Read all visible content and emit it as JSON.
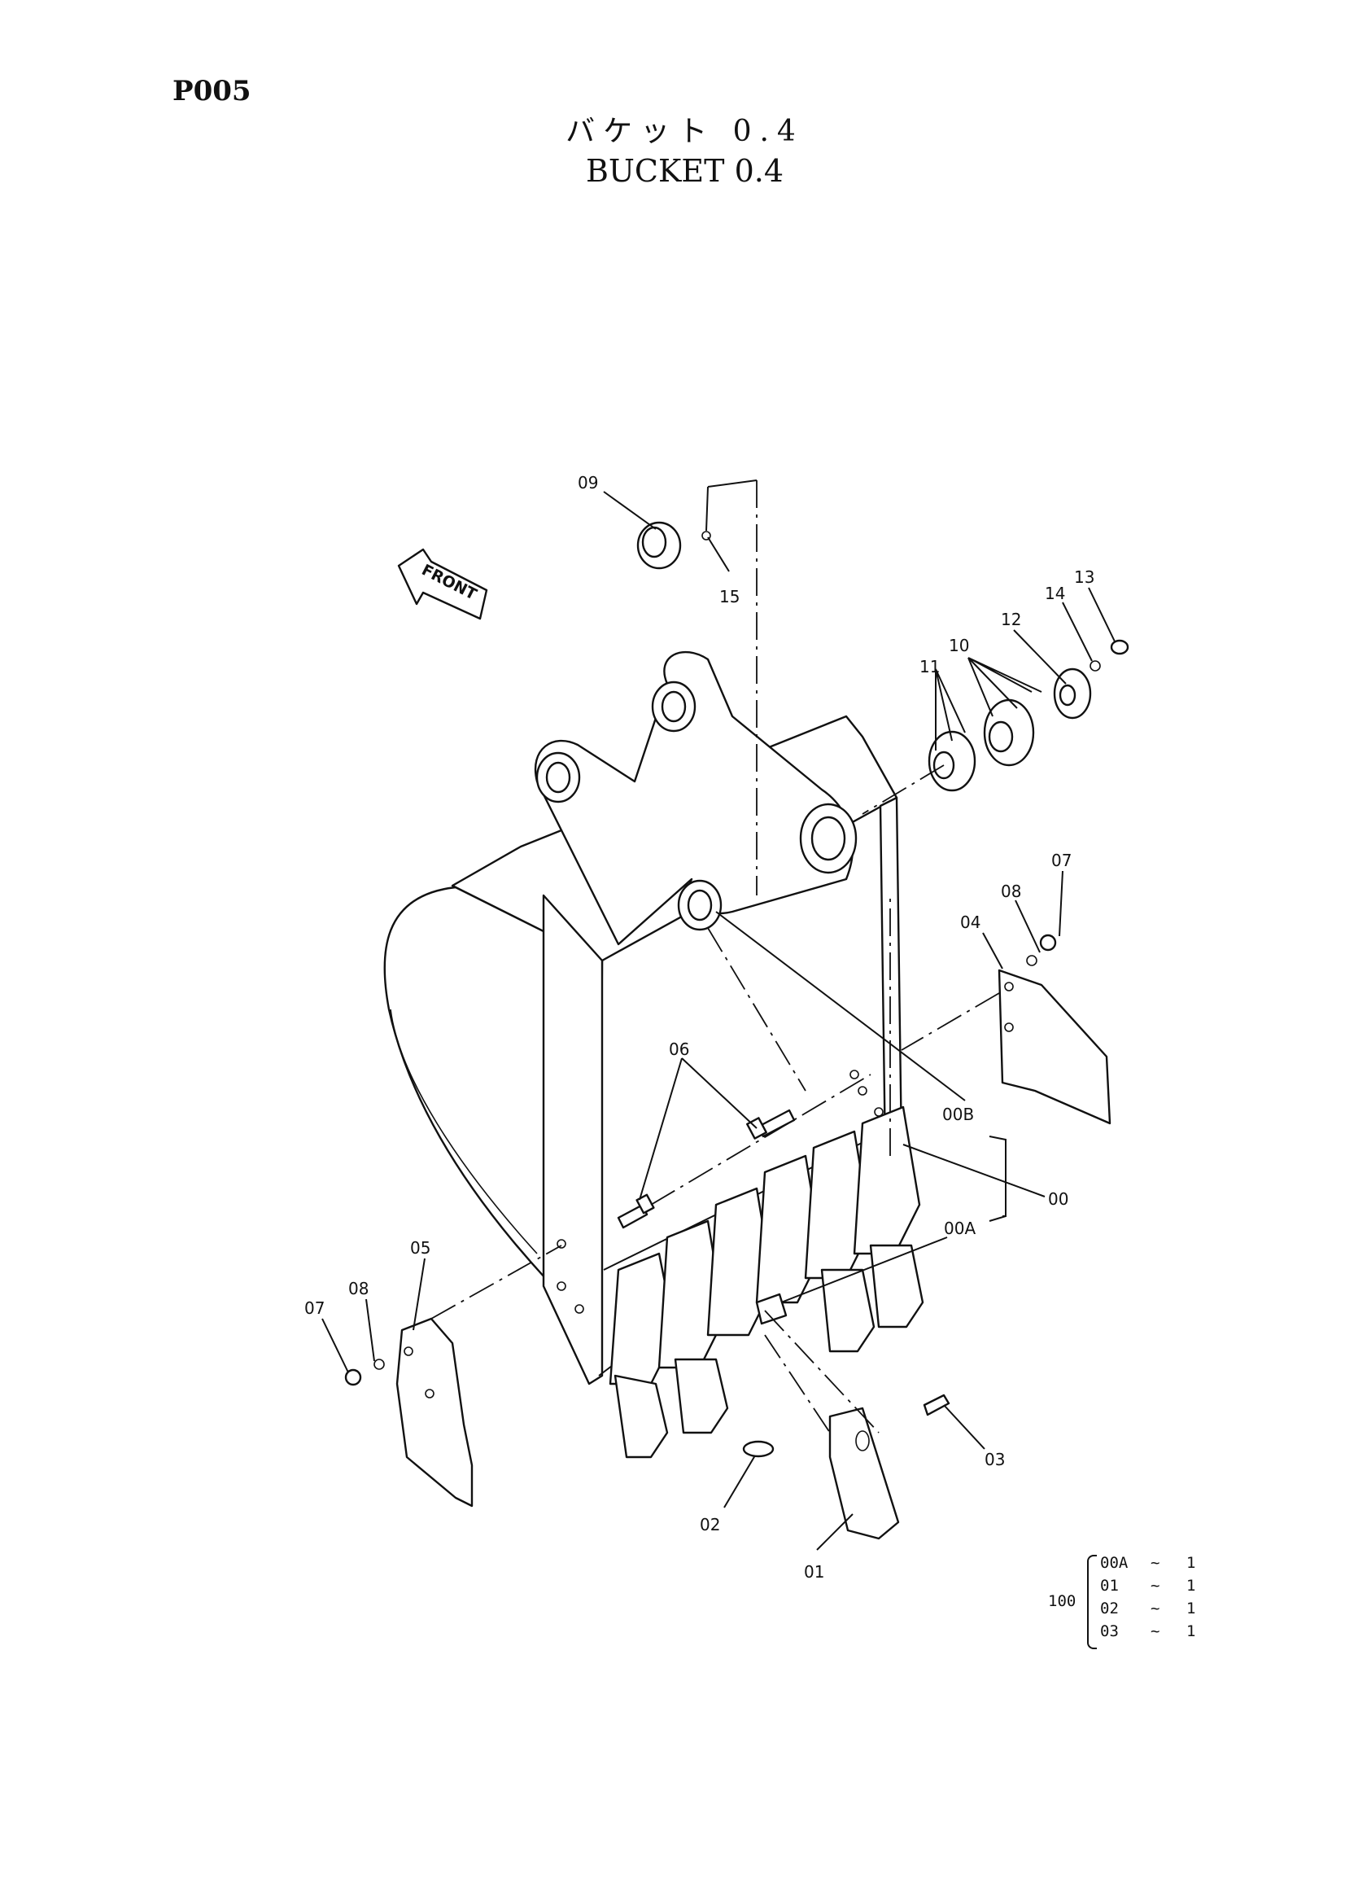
{
  "header": {
    "page_code": "P005",
    "title_jp": "バケット 0.4",
    "title_en": "BUCKET 0.4"
  },
  "direction_label": "FRONT",
  "callouts": [
    {
      "id": "c09",
      "label": "09"
    },
    {
      "id": "c15",
      "label": "15"
    },
    {
      "id": "c13",
      "label": "13"
    },
    {
      "id": "c14",
      "label": "14"
    },
    {
      "id": "c12",
      "label": "12"
    },
    {
      "id": "c10",
      "label": "10"
    },
    {
      "id": "c11",
      "label": "11"
    },
    {
      "id": "c07r",
      "label": "07"
    },
    {
      "id": "c08r",
      "label": "08"
    },
    {
      "id": "c04",
      "label": "04"
    },
    {
      "id": "c06",
      "label": "06"
    },
    {
      "id": "c00B",
      "label": "00B"
    },
    {
      "id": "c00",
      "label": "00"
    },
    {
      "id": "c00A",
      "label": "00A"
    },
    {
      "id": "c05",
      "label": "05"
    },
    {
      "id": "c08l",
      "label": "08"
    },
    {
      "id": "c07l",
      "label": "07"
    },
    {
      "id": "c03",
      "label": "03"
    },
    {
      "id": "c02",
      "label": "02"
    },
    {
      "id": "c01",
      "label": "01"
    }
  ],
  "kit": {
    "assembly": "100",
    "items": [
      {
        "part": "00A",
        "sep": "~",
        "qty": "1"
      },
      {
        "part": "01",
        "sep": "~",
        "qty": "1"
      },
      {
        "part": "02",
        "sep": "~",
        "qty": "1"
      },
      {
        "part": "03",
        "sep": "~",
        "qty": "1"
      }
    ]
  }
}
